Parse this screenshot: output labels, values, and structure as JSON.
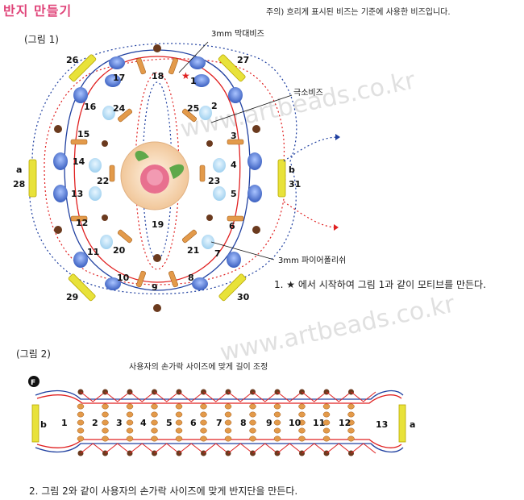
{
  "title": "반지 만들기",
  "note": "주의) 흐리게 표시된 비즈는 기준에 사용한 비즈입니다.",
  "figure1": {
    "label": "(그림 1)",
    "callouts": {
      "bugle_bead": "3mm 막대비즈",
      "seed_bead": "극소비즈",
      "fire_polish": "3mm 파이어폴리쉬"
    },
    "numbers": [
      "1",
      "2",
      "3",
      "4",
      "5",
      "6",
      "7",
      "8",
      "9",
      "10",
      "11",
      "12",
      "13",
      "14",
      "15",
      "16",
      "17",
      "18",
      "19",
      "20",
      "21",
      "22",
      "23",
      "24",
      "25"
    ],
    "end_a_letter": "a",
    "end_a_num": "28",
    "end_b_letter": "b",
    "end_b_num": "31",
    "corner_26": "26",
    "corner_27": "27",
    "corner_29": "29",
    "corner_30": "30"
  },
  "step1": "1. ★ 에서 시작하여 그림 1과 같이 모티브를 만든다.",
  "figure2": {
    "label": "(그림 2)",
    "sublabel": "사용자의 손가락 사이즈에 맞게 길이 조정",
    "start_marker": "F",
    "end_left": "b",
    "end_right": "a",
    "numbers": [
      "1",
      "2",
      "3",
      "4",
      "5",
      "6",
      "7",
      "8",
      "9",
      "10",
      "11",
      "12",
      "13"
    ]
  },
  "step2": "2. 그림 2와 같이 사용자의 손가락 사이즈에 맞게 반지단을 만든다.",
  "watermark": "www.artbeads.co.kr",
  "colors": {
    "title": "#e0457a",
    "thread_red": "#e02020",
    "thread_blue": "#2040a0",
    "bead_blue": "#4a70d0",
    "bead_orange": "#e39a4a",
    "bead_brown": "#6b3a1e",
    "bugle_yellow": "#e8e23a"
  }
}
